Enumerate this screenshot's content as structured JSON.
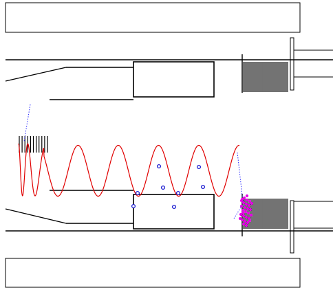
{
  "colors": {
    "background": "#ffffff",
    "outline": "#000000",
    "wave": "#e00000",
    "marker_fill": "#ffffff",
    "marker_stroke": "#1a1ad0",
    "particles": "#e600e6",
    "guide_line": "#2a2aff"
  },
  "figure": {
    "text": [],
    "wave_markers": 8,
    "particle_dots": 30,
    "grating_left_lines": 11,
    "grating_right_top_lines": 34,
    "grating_right_bottom_lines": 34
  }
}
